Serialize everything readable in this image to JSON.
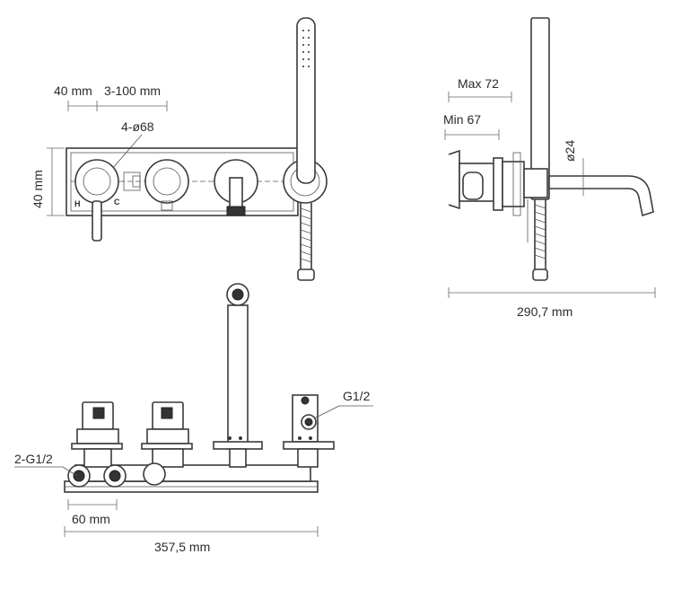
{
  "front_view": {
    "dim_width_left": "40 mm",
    "dim_spacing": "3-100 mm",
    "dim_holes": "4-ø68",
    "dim_height": "40 mm",
    "mark_hot": "H",
    "mark_cold": "C"
  },
  "side_view": {
    "dim_max": "Max 72",
    "dim_min": "Min 67",
    "dim_diameter": "ø24",
    "dim_length": "290,7 mm"
  },
  "bottom_view": {
    "dim_inlet": "2-G1/2",
    "dim_outlet": "G1/2",
    "dim_inlet_spacing": "60 mm",
    "dim_total_length": "357,5 mm"
  }
}
